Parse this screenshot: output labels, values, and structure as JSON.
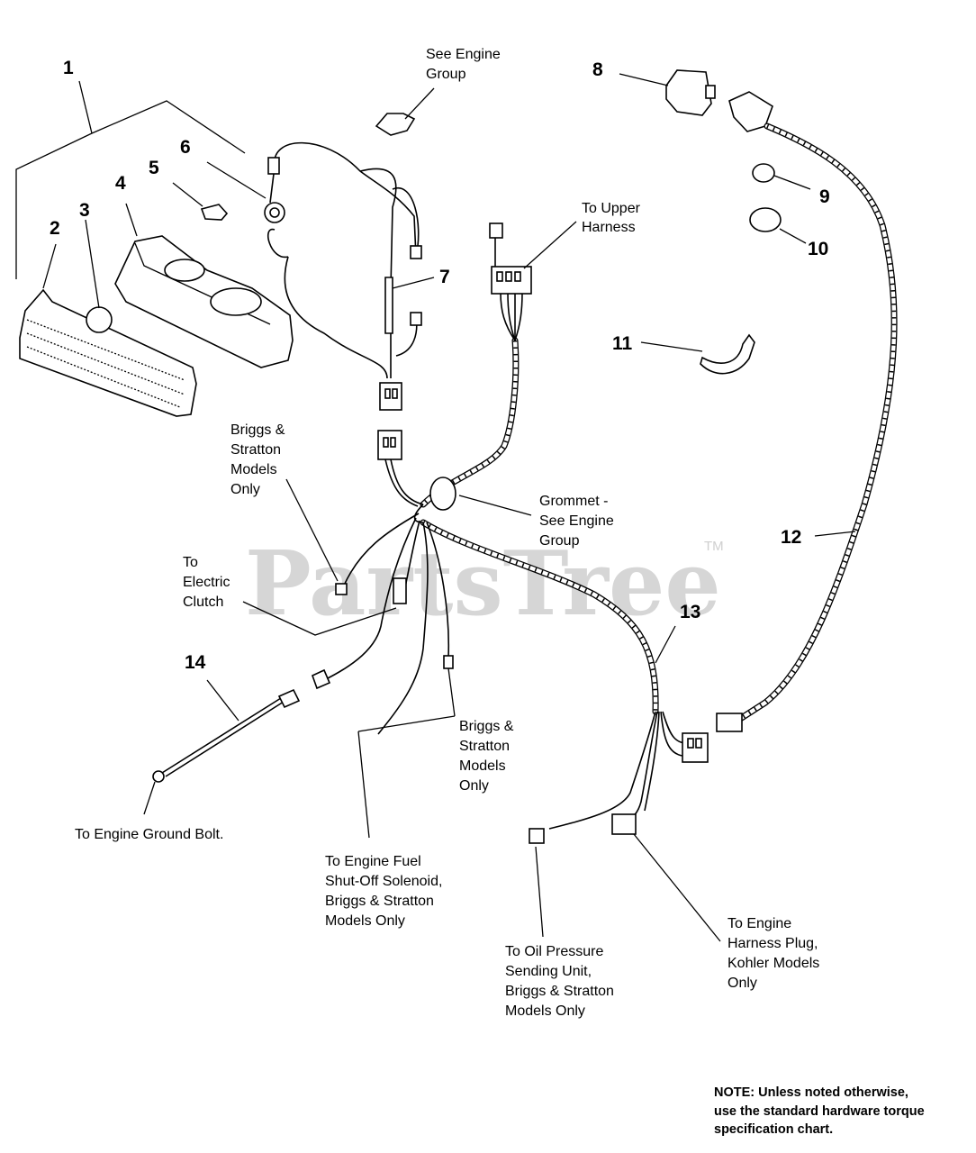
{
  "watermark": {
    "text": "PartsTree",
    "trademark": "TM"
  },
  "callouts": [
    "1",
    "2",
    "3",
    "4",
    "5",
    "6",
    "7",
    "8",
    "9",
    "10",
    "11",
    "12",
    "13",
    "14"
  ],
  "labels": {
    "see_engine_group": [
      "See Engine",
      "Group"
    ],
    "to_upper_harness": [
      "To Upper",
      "Harness"
    ],
    "briggs_only_a": [
      "Briggs &",
      "Stratton",
      "Models",
      "Only"
    ],
    "grommet": [
      "Grommet -",
      "See Engine",
      "Group"
    ],
    "electric_clutch": [
      "To",
      "Electric",
      "Clutch"
    ],
    "briggs_only_b": [
      "Briggs &",
      "Stratton",
      "Models",
      "Only"
    ],
    "ground_bolt": [
      "To Engine Ground Bolt."
    ],
    "fuel_solenoid": [
      "To Engine Fuel",
      "Shut-Off Solenoid,",
      "Briggs & Stratton",
      "Models Only"
    ],
    "oil_pressure": [
      "To Oil Pressure",
      "Sending Unit,",
      "Briggs & Stratton",
      "Models Only"
    ],
    "kohler_plug": [
      "To Engine",
      "Harness Plug,",
      "Kohler Models",
      "Only"
    ]
  },
  "note": [
    "NOTE: Unless noted otherwise,",
    "use the standard hardware torque",
    "specification chart."
  ]
}
